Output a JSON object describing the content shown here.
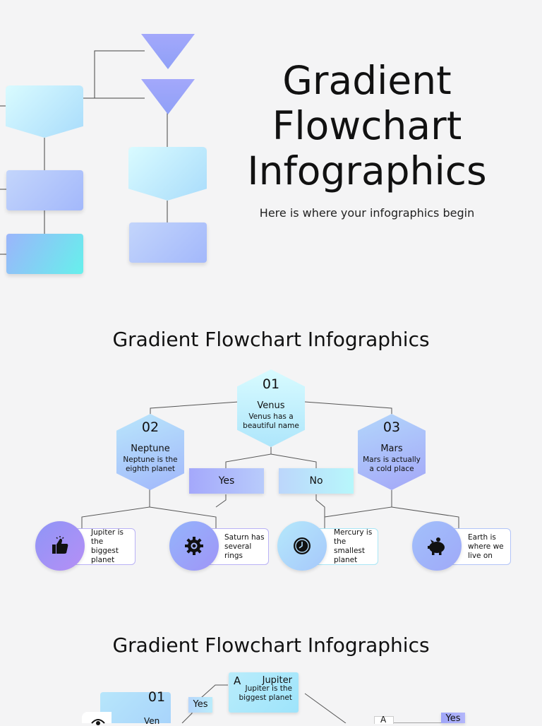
{
  "slide1": {
    "title": "Gradient Flowchart Infographics",
    "subtitle": "Here is where your infographics begin"
  },
  "slide2": {
    "title": "Gradient Flowchart Infographics",
    "nodes": [
      {
        "num": "01",
        "name": "Venus",
        "desc": "Venus has a beautiful name"
      },
      {
        "num": "02",
        "name": "Neptune",
        "desc": "Neptune is the eighth planet"
      },
      {
        "num": "03",
        "name": "Mars",
        "desc": "Mars is actually a cold place"
      }
    ],
    "yes_label": "Yes",
    "no_label": "No",
    "cards": [
      {
        "text": "Jupiter is the biggest planet",
        "icon": "thumbs-up-icon"
      },
      {
        "text": "Saturn has several rings",
        "icon": "gear-icon"
      },
      {
        "text": "Mercury is the smallest planet",
        "icon": "clock-icon"
      },
      {
        "text": "Earth is where we live on",
        "icon": "piggy-bank-icon"
      }
    ]
  },
  "slide3": {
    "title": "Gradient Flowchart Infographics",
    "node1_num": "01",
    "node1_name": "Ven",
    "yes_label": "Yes",
    "yes_label2": "Yes",
    "jupiter_letter": "A",
    "jupiter_name": "Jupiter",
    "jupiter_desc": "Jupiter is the biggest planet",
    "right_letter": "A"
  }
}
